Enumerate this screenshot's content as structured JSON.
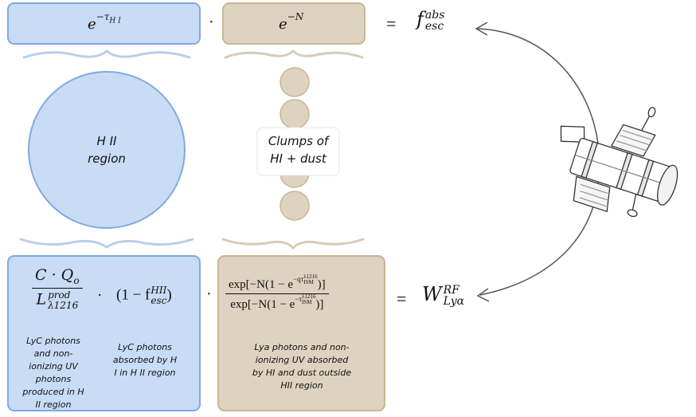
{
  "top_row": {
    "blue_box_expr": "e",
    "blue_box_exp": "−τ",
    "blue_box_exp_sub": "H I",
    "dot": "·",
    "tan_box_expr": "e",
    "tan_box_exp": "−N",
    "equals": "=",
    "result_base": "f",
    "result_sup": "abs",
    "result_sub": "esc"
  },
  "middle": {
    "hii_region_line1": "H II",
    "hii_region_line2": "region",
    "clumps_line1": "Clumps of",
    "clumps_line2": "HI + dust"
  },
  "bottom_row": {
    "frac_num_c": "C · Q",
    "frac_num_sub": "o",
    "frac_den_l": "L",
    "frac_den_sup": "prod",
    "frac_den_sub": "λ1216",
    "dot_after_frac": "·",
    "one_minus": "(1 − f",
    "fesc_sup": "HII",
    "fesc_sub": "esc",
    "close_paren": ")",
    "dot_between": "·",
    "tan_num": "exp[−N(1 − e",
    "tan_num_sup": "−qτ",
    "tan_num_sup_sup": "λ1216",
    "tan_num_sup_sub": "ISM",
    "tan_num_close": ")]",
    "tan_den": "exp[−N(1 − e",
    "tan_den_sup": "−τ",
    "tan_den_sup_sup": "λ1216",
    "tan_den_sup_sub": "ISM",
    "tan_den_close": ")]",
    "equals": "=",
    "result_base": "W",
    "result_sup": "RF",
    "result_sub": "Lyα",
    "caption_lyc_produced": "LyC photons and non-ionizing UV photons produced in H II region",
    "caption_lyc_absorbed": "LyC photons absorbed by H I in H II region",
    "caption_lya": "Lya photons  and non-ionizing UV absorbed by HI and dust outside HII region"
  },
  "colors": {
    "blue_fill": "#c8dcf5",
    "blue_stroke": "#7fa9e0",
    "tan_fill": "#ded3c0",
    "tan_stroke": "#c9b593"
  },
  "icons": [
    "hubble-telescope-icon",
    "curved-arrow-icon"
  ]
}
